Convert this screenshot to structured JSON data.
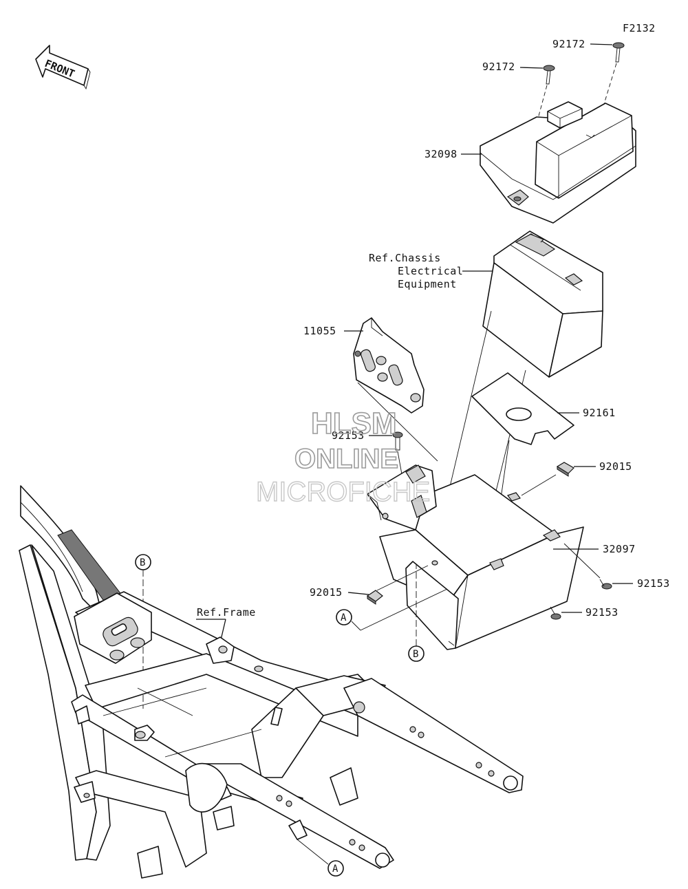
{
  "figure_code": "F2132",
  "front_arrow": {
    "label": "FRONT"
  },
  "callouts": {
    "screw_92172_right": "92172",
    "screw_92172_left": "92172",
    "cover_32098": "32098",
    "battery_ref_line1": "Ref.Chassis",
    "battery_ref_line2": "Electrical",
    "battery_ref_line3": "Equipment",
    "bracket_11055": "11055",
    "pad_92161": "92161",
    "bolt_92153_top": "92153",
    "nut_92015_right": "92015",
    "case_32097": "32097",
    "bolt_92153_right": "92153",
    "nut_92015_left": "92015",
    "bolt_92153_bottom": "92153",
    "frame_ref": "Ref.Frame"
  },
  "markers": {
    "a_top": "A",
    "b_top": "B",
    "b_bottom": "B",
    "a_bottom": "A"
  },
  "watermark": {
    "line1": "HLSM",
    "line2": "ONLINE",
    "line3": "MICROFICHE"
  }
}
